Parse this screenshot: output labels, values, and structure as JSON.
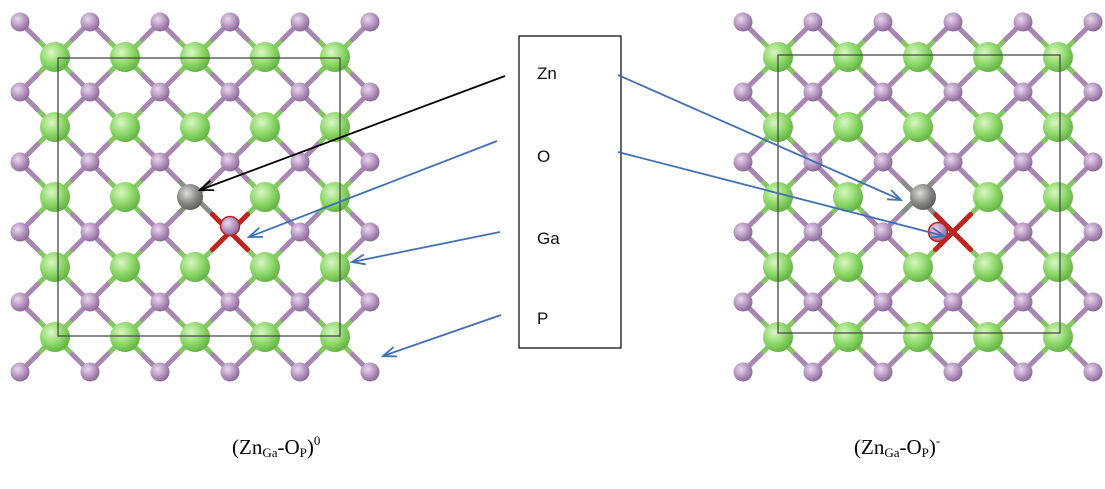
{
  "legend": {
    "items": [
      {
        "label": "Zn"
      },
      {
        "label": "O"
      },
      {
        "label": "Ga"
      },
      {
        "label": "P"
      }
    ]
  },
  "panels": [
    {
      "id": "neutral",
      "charge": "0"
    },
    {
      "id": "negative",
      "charge": "-"
    }
  ],
  "caption_parts": {
    "open": "(Zn",
    "sub1": "Ga",
    "mid": "-O",
    "sub2": "P",
    "close": ")"
  },
  "colors": {
    "zn": "#8a8d86",
    "o": "#c0231e",
    "ga": "#8ed86a",
    "p": "#b595bf",
    "cell_border": "#4a4a4a",
    "arrow_blue": "#3f70b6",
    "arrow_black": "#000000"
  }
}
